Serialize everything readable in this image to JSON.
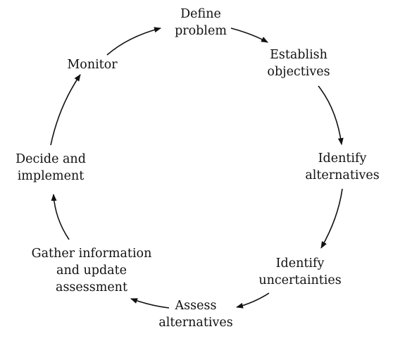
{
  "diagram": {
    "nodes": {
      "define_problem": [
        "Define",
        "problem"
      ],
      "establish_objectives": [
        "Establish",
        "objectives"
      ],
      "identify_alternatives": [
        "Identify",
        "alternatives"
      ],
      "identify_uncertainties": [
        "Identify",
        "uncertainties"
      ],
      "assess_alternatives": [
        "Assess",
        "alternatives"
      ],
      "gather_information": [
        "Gather information",
        "and update",
        "assessment"
      ],
      "decide_implement": [
        "Decide and",
        "implement"
      ],
      "monitor": [
        "Monitor"
      ]
    },
    "cycle_order": [
      "define_problem",
      "establish_objectives",
      "identify_alternatives",
      "identify_uncertainties",
      "assess_alternatives",
      "gather_information",
      "decide_implement",
      "monitor"
    ],
    "colors": {
      "arrow": "#111111",
      "text": "#111111",
      "background": "#ffffff"
    }
  }
}
